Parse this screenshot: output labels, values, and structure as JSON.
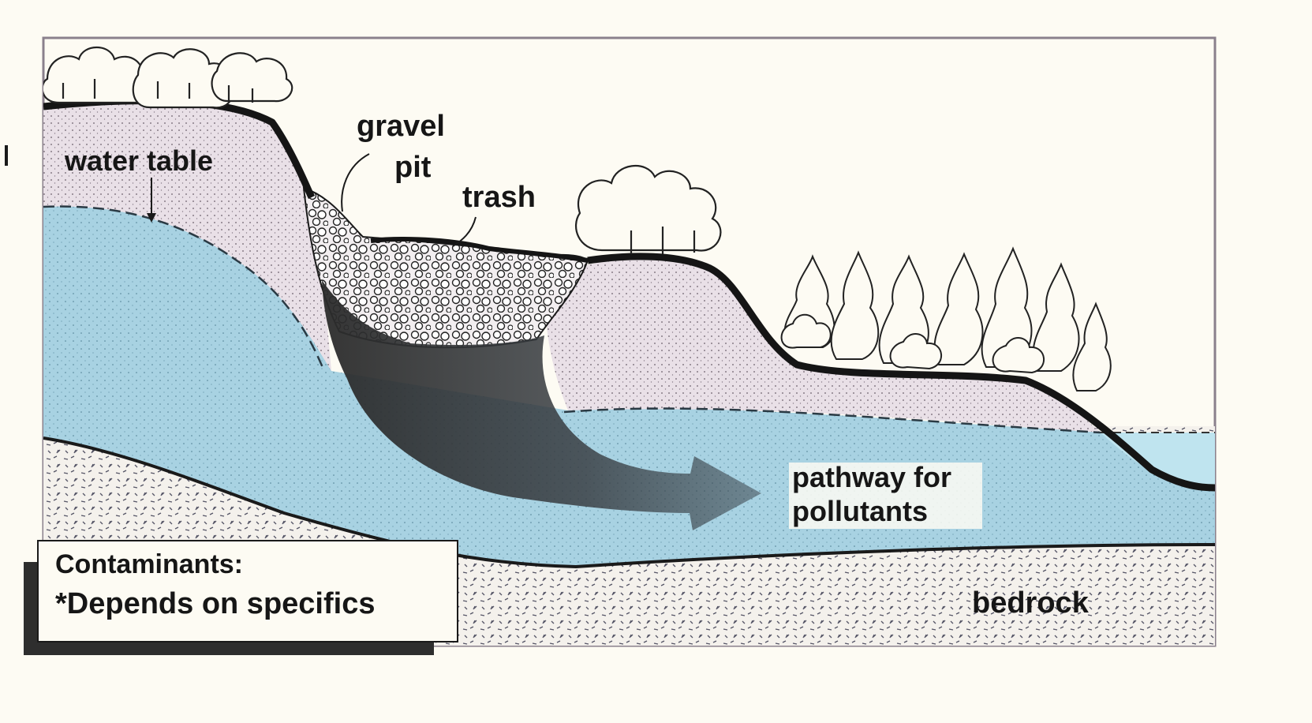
{
  "labels": {
    "water_table": "water table",
    "gravel": "gravel",
    "pit": "pit",
    "trash": "trash",
    "pathway_line1": "pathway for",
    "pathway_line2": "pollutants",
    "bedrock": "bedrock"
  },
  "legend": {
    "heading": "Contaminants:",
    "note": "*Depends on  specifics"
  },
  "colors": {
    "background": "#fdfbf3",
    "soil": "#e7dfe6",
    "groundwater": "#a9d3e3",
    "surface_water": "#bfe4ef",
    "bedrock": "#f4f1ec",
    "plume": "#3a3a3a",
    "ground_line": "#151515"
  },
  "icons": {
    "trees": "tree-canopy-icon",
    "arrow": "flow-arrow-icon"
  }
}
